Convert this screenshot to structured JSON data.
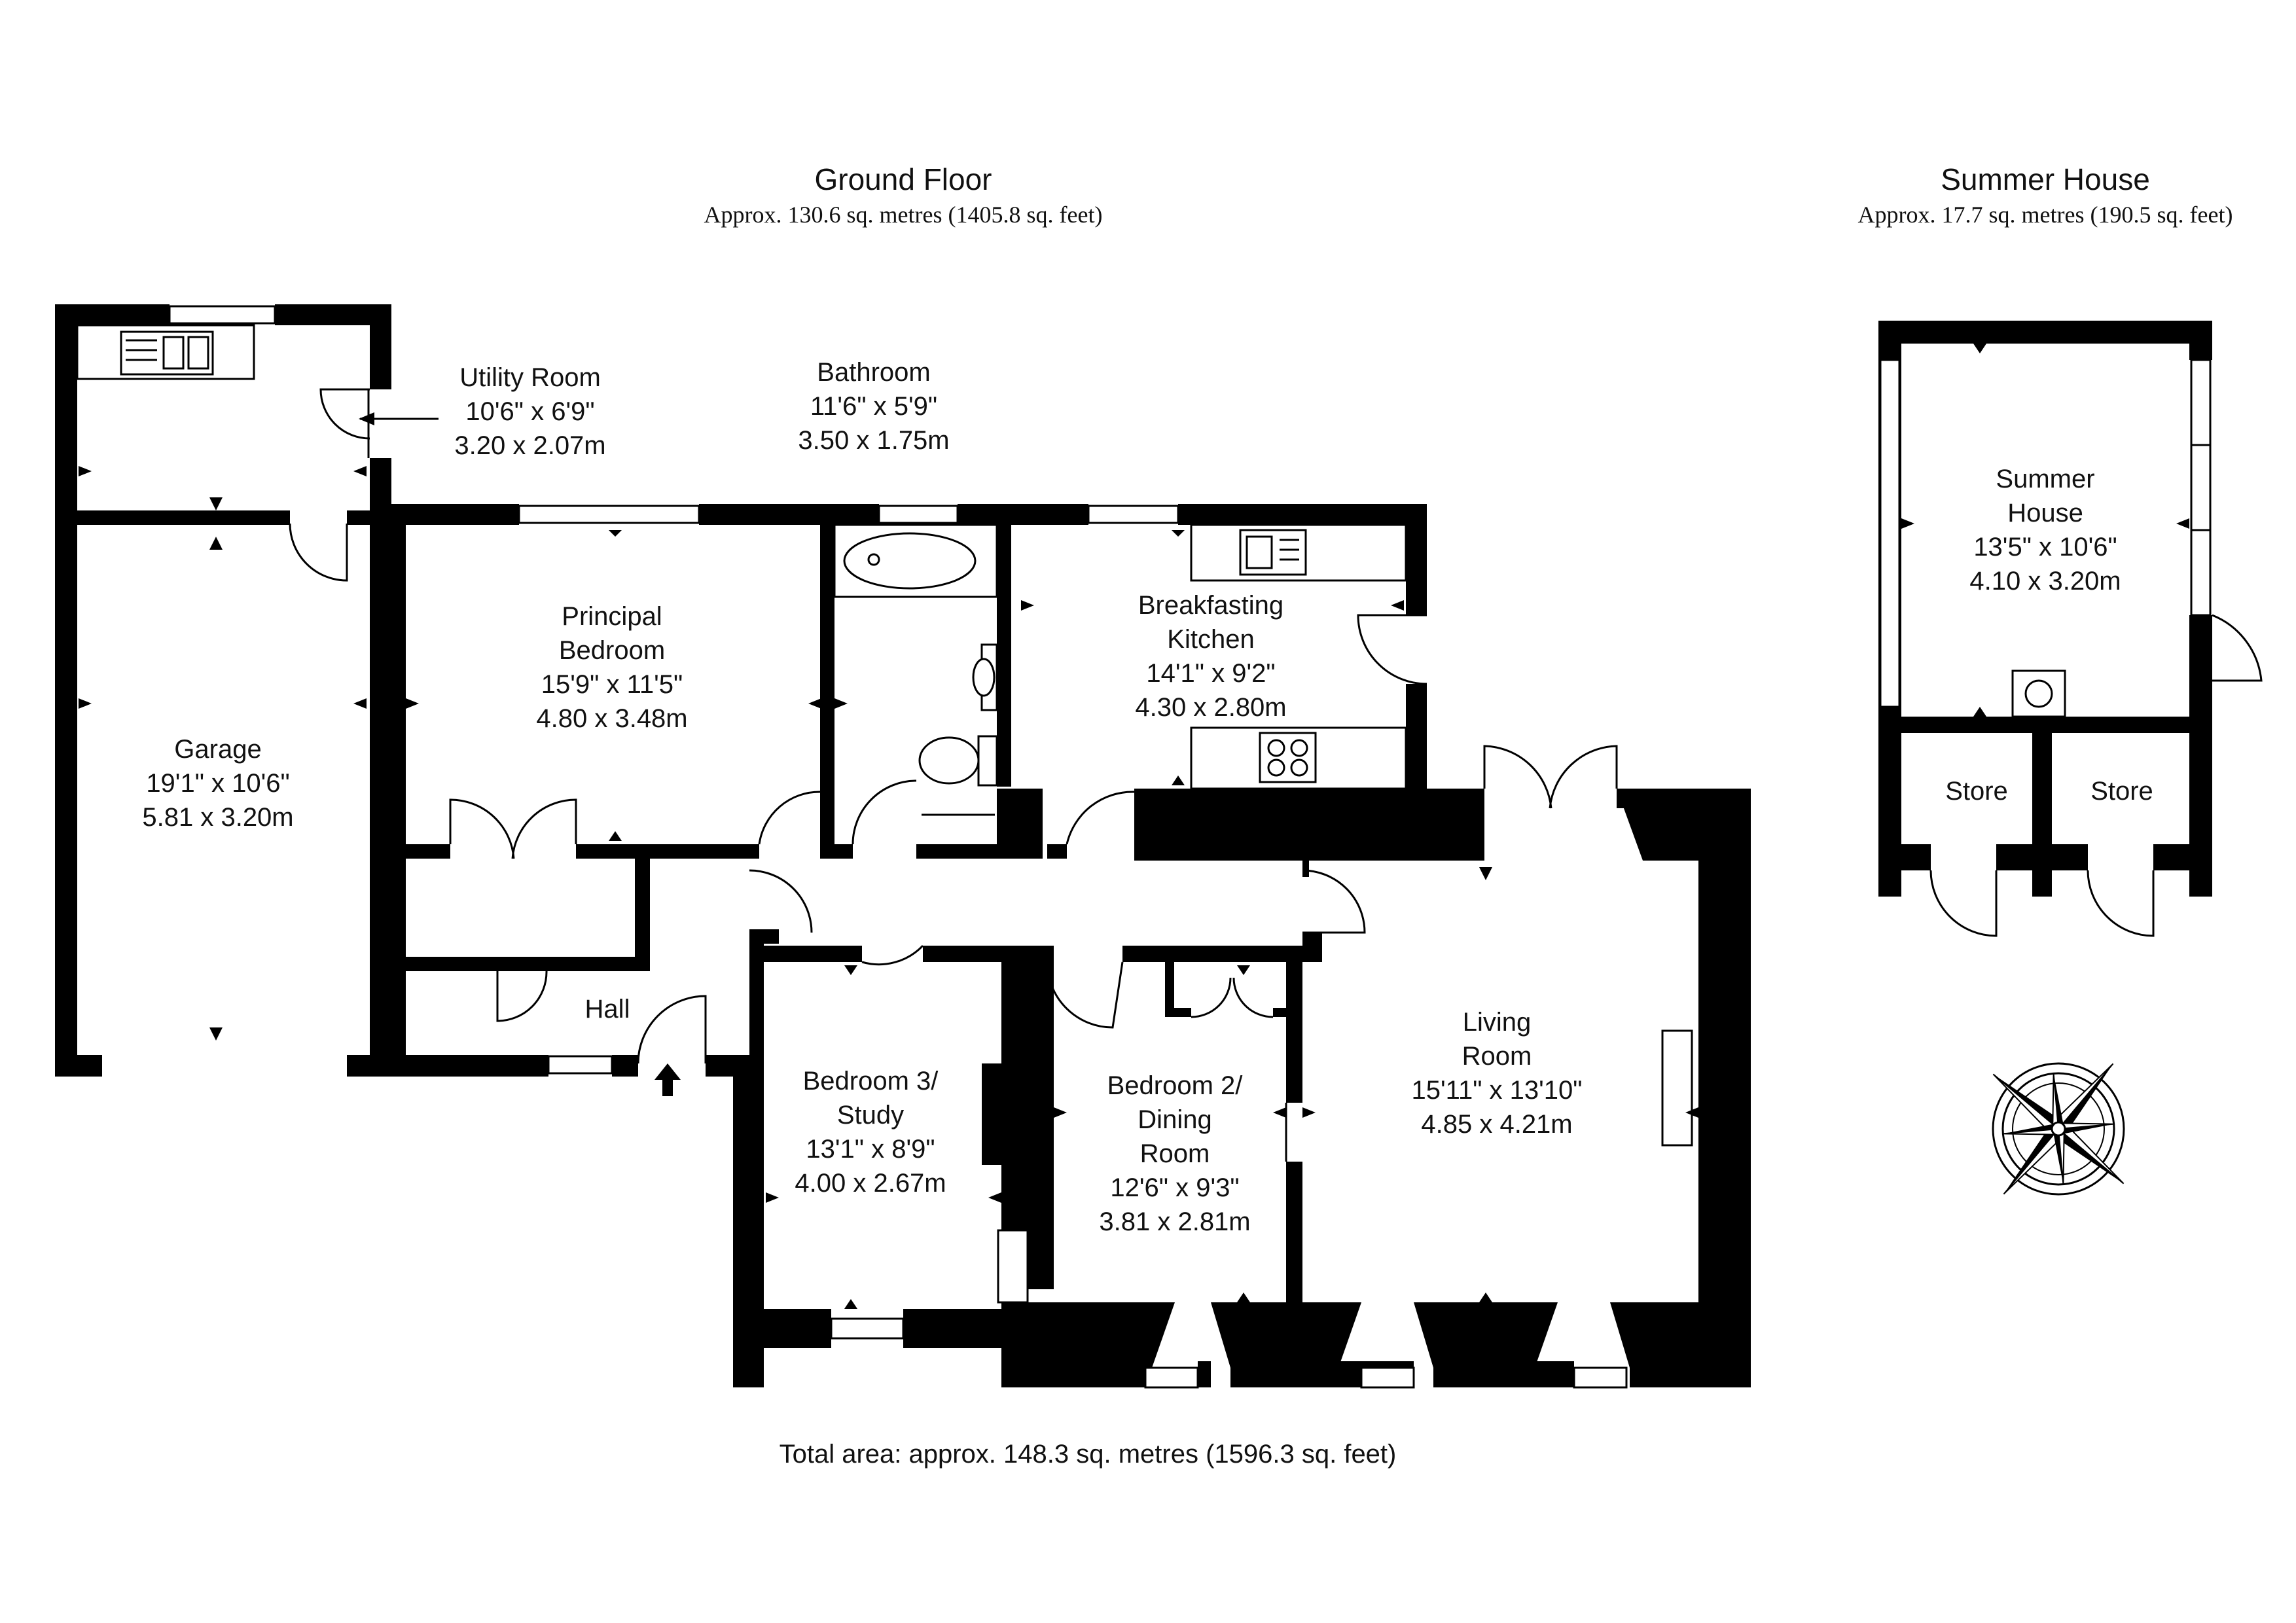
{
  "ground_floor": {
    "title": "Ground Floor",
    "area": "Approx. 130.6 sq. metres (1405.8 sq. feet)"
  },
  "summer_house_section": {
    "title": "Summer House",
    "area": "Approx. 17.7 sq. metres (190.5 sq. feet)"
  },
  "rooms": {
    "utility": {
      "name": "Utility Room",
      "imperial": "10'6\" x 6'9\"",
      "metric": "3.20 x 2.07m"
    },
    "bathroom": {
      "name": "Bathroom",
      "imperial": "11'6\" x 5'9\"",
      "metric": "3.50 x 1.75m"
    },
    "principal": {
      "name_1": "Principal",
      "name_2": "Bedroom",
      "imperial": "15'9\" x 11'5\"",
      "metric": "4.80 x 3.48m"
    },
    "kitchen": {
      "name_1": "Breakfasting",
      "name_2": "Kitchen",
      "imperial": "14'1\" x 9'2\"",
      "metric": "4.30 x 2.80m"
    },
    "garage": {
      "name": "Garage",
      "imperial": "19'1\" x 10'6\"",
      "metric": "5.81 x 3.20m"
    },
    "hall": {
      "name": "Hall"
    },
    "bedroom3": {
      "name_1": "Bedroom 3/",
      "name_2": "Study",
      "imperial": "13'1\" x 8'9\"",
      "metric": "4.00 x 2.67m"
    },
    "bedroom2": {
      "name_1": "Bedroom 2/",
      "name_2": "Dining",
      "name_3": "Room",
      "imperial": "12'6\" x 9'3\"",
      "metric": "3.81 x 2.81m"
    },
    "living": {
      "name_1": "Living",
      "name_2": "Room",
      "imperial": "15'11\" x 13'10\"",
      "metric": "4.85 x 4.21m"
    },
    "summer_house": {
      "name_1": "Summer",
      "name_2": "House",
      "imperial": "13'5\" x 10'6\"",
      "metric": "4.10 x 3.20m"
    },
    "store_left": {
      "name": "Store"
    },
    "store_right": {
      "name": "Store"
    }
  },
  "total_area": "Total area: approx. 148.3 sq. metres (1596.3 sq. feet)",
  "icons": [
    "compass-rose-icon",
    "entrance-arrow-icon",
    "sink-icon",
    "hob-icon",
    "bath-icon",
    "toilet-icon",
    "basin-icon",
    "boiler-icon"
  ]
}
